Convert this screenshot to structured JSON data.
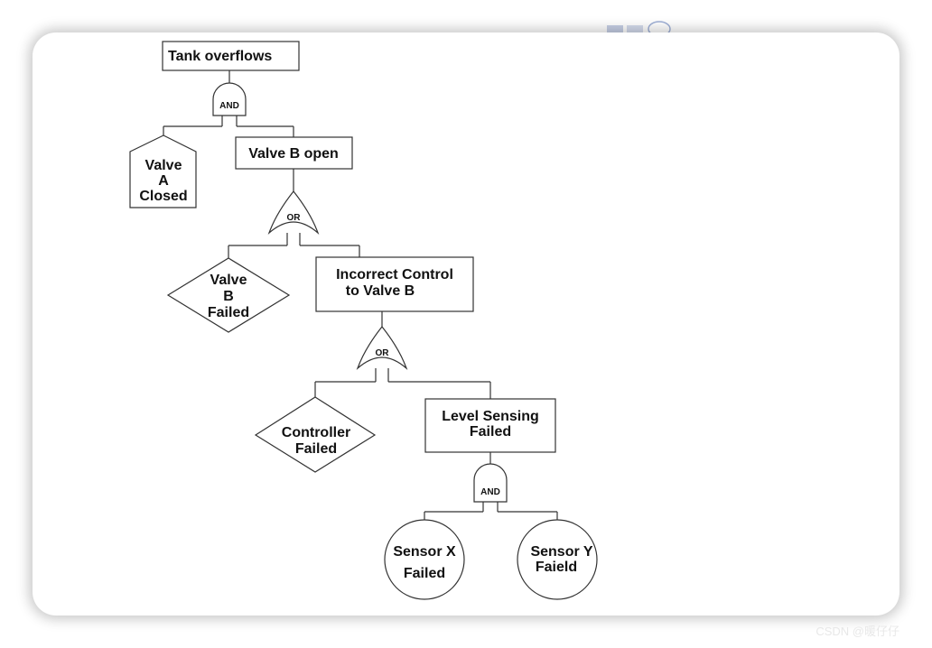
{
  "diagram": {
    "nodes": {
      "top_event": {
        "lines": [
          "Tank overflows"
        ]
      },
      "valve_a": {
        "lines": [
          "Valve",
          "A",
          "Closed"
        ]
      },
      "valve_b_open": {
        "lines": [
          "Valve B open"
        ]
      },
      "valve_b_failed": {
        "lines": [
          "Valve",
          "B",
          "Failed"
        ]
      },
      "incorrect_control": {
        "lines": [
          "Incorrect Control",
          "to Valve B"
        ]
      },
      "controller_failed": {
        "lines": [
          "Controller",
          "Failed"
        ]
      },
      "level_sensing": {
        "lines": [
          "Level Sensing",
          "Failed"
        ]
      },
      "sensor_x": {
        "lines": [
          "Sensor X",
          "Failed"
        ]
      },
      "sensor_y": {
        "lines": [
          "Sensor Y",
          "Faield"
        ]
      }
    },
    "gates": {
      "and_1": "AND",
      "or_1": "OR",
      "or_2": "OR",
      "and_2": "AND"
    }
  },
  "watermark": "CSDN @暖仔仔"
}
